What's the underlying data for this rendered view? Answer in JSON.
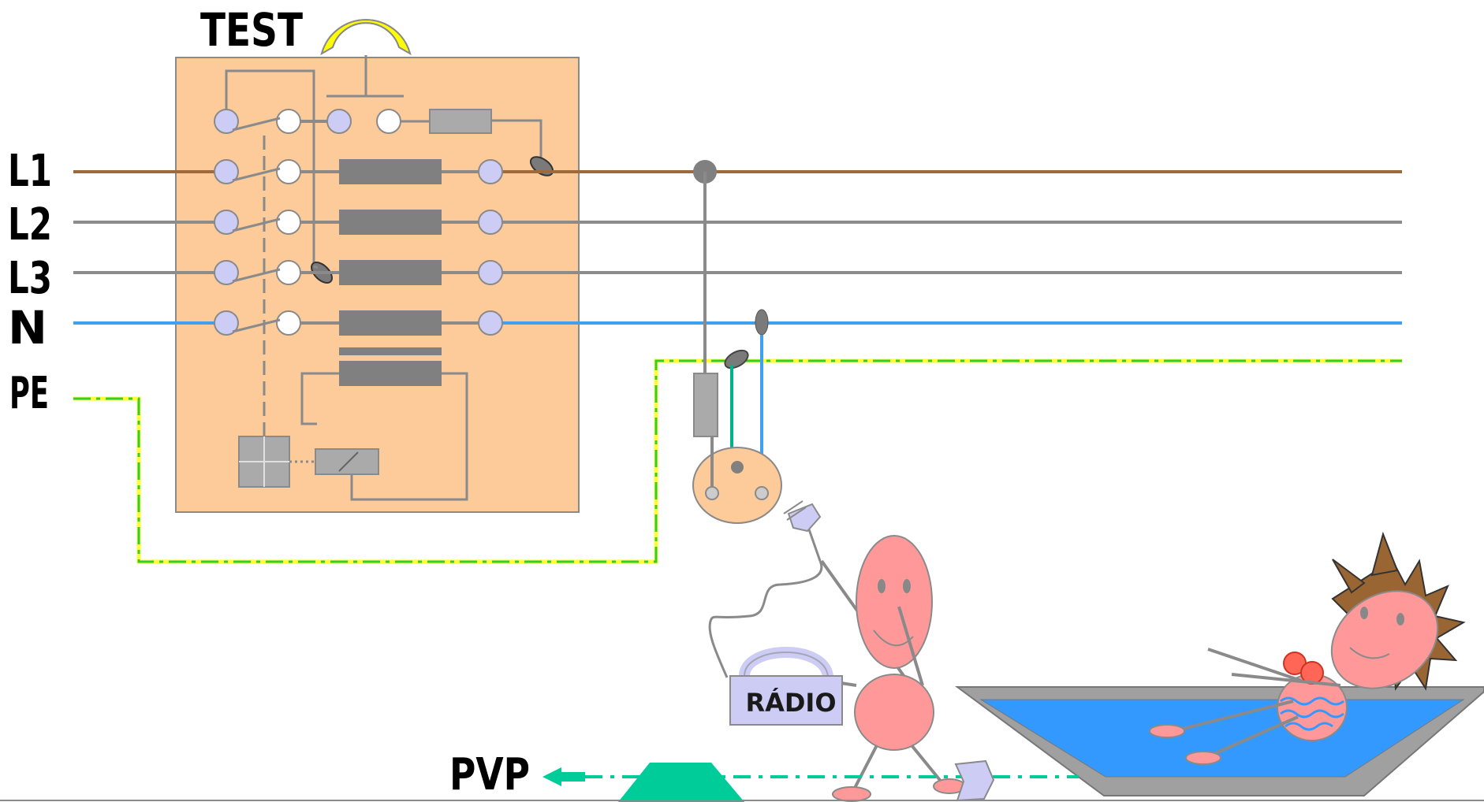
{
  "labels": {
    "test": "TEST",
    "l1": "L1",
    "l2": "L2",
    "l3": "L3",
    "n": "N",
    "pe": "PE",
    "pvp": "PVP",
    "radio": "RÁDIO"
  },
  "colors": {
    "l1": "#a0693a",
    "l2": "#8c8c8c",
    "l3": "#8c8c8c",
    "n": "#3fa0f0",
    "pe_green": "#33cc33",
    "pe_yellow": "#ffff33",
    "panel": "#fccb99",
    "terminal": "#ccccf5",
    "fuse": "#808080",
    "skin": "#ff9999",
    "water": "#3399ff",
    "tub": "#a0a0a0",
    "gauge": "#ffff00",
    "pvp": "#00cc99",
    "hair": "#996633"
  },
  "icons": {
    "gauge": "meter-gauge-icon",
    "plug": "plug-icon",
    "socket": "socket-icon",
    "radio": "radio-icon",
    "pvp_arrow": "arrow-left-icon"
  }
}
